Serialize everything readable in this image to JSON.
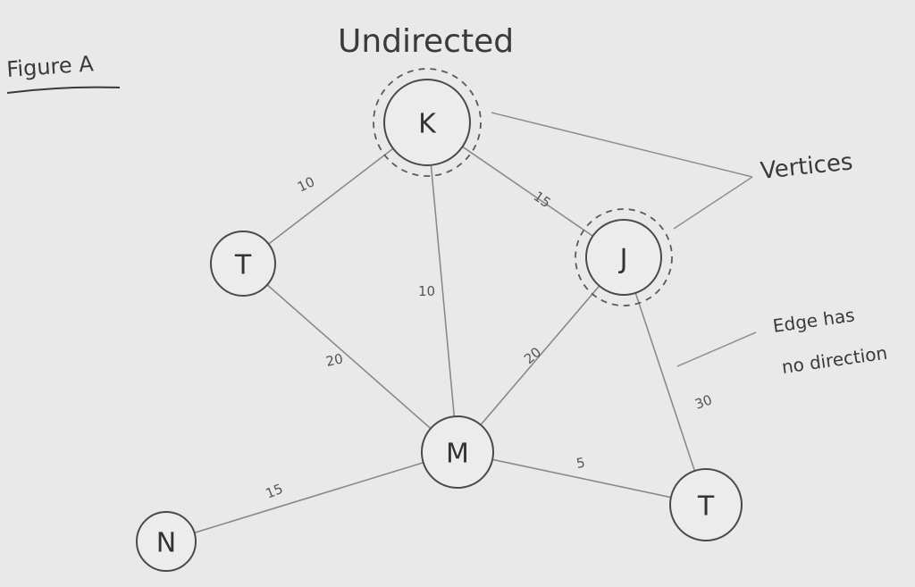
{
  "figure_label": "Figure A",
  "title": "Undirected",
  "annotations": {
    "vertices": "Vertices",
    "edge_line1": "Edge has",
    "edge_line2": "no direction"
  },
  "colors": {
    "paper": "#e9e9e9",
    "ink": "#3a3a3a",
    "edge": "#8a8a8a"
  },
  "nodes": [
    {
      "id": "K",
      "label": "K",
      "highlighted": true
    },
    {
      "id": "T1",
      "label": "T",
      "highlighted": false
    },
    {
      "id": "J",
      "label": "J",
      "highlighted": true
    },
    {
      "id": "M",
      "label": "M",
      "highlighted": false
    },
    {
      "id": "N",
      "label": "N",
      "highlighted": false
    },
    {
      "id": "T2",
      "label": "T",
      "highlighted": false
    }
  ],
  "edges": [
    {
      "from": "K",
      "to": "T1",
      "weight": "10"
    },
    {
      "from": "K",
      "to": "M",
      "weight": "10"
    },
    {
      "from": "K",
      "to": "J",
      "weight": "15"
    },
    {
      "from": "T1",
      "to": "M",
      "weight": "20"
    },
    {
      "from": "J",
      "to": "M",
      "weight": "20"
    },
    {
      "from": "J",
      "to": "T2",
      "weight": "30"
    },
    {
      "from": "M",
      "to": "T2",
      "weight": "5"
    },
    {
      "from": "N",
      "to": "M",
      "weight": "15"
    }
  ]
}
